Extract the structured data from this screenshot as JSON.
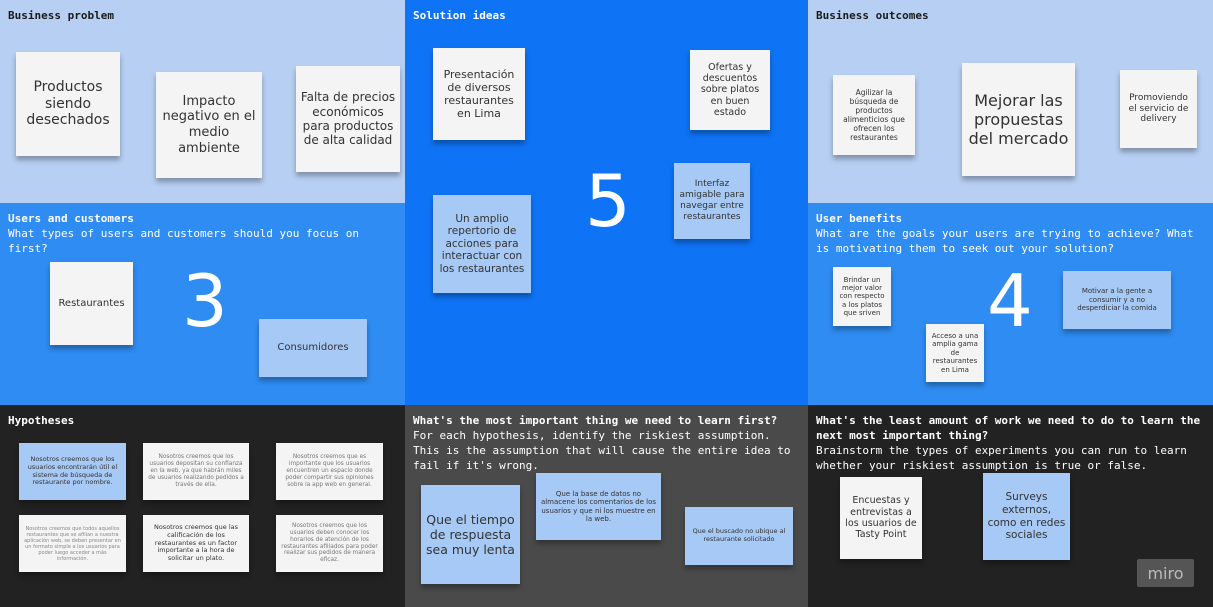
{
  "sections": {
    "business_problem": {
      "title": "Business problem",
      "notes": [
        "Productos siendo desechados",
        "Impacto negativo en el medio ambiente",
        "Falta de precios económicos para productos de alta calidad"
      ]
    },
    "solution_ideas": {
      "title": "Solution ideas",
      "number": "5",
      "notes": [
        "Presentación de diversos restaurantes en Lima",
        "Ofertas y descuentos sobre platos en buen estado",
        "Un amplio repertorio de acciones para interactuar con los restaurantes",
        "Interfaz amigable para navegar entre restaurantes"
      ]
    },
    "business_outcomes": {
      "title": "Business outcomes",
      "notes": [
        "Agilizar la búsqueda de productos alimenticios que ofrecen los restaurantes",
        "Mejorar las propuestas del mercado",
        "Promoviendo el servicio de delivery"
      ]
    },
    "users": {
      "title": "Users and customers",
      "subtitle": "What types of users and customers should you focus on first?",
      "number": "3",
      "notes": [
        "Restaurantes",
        "Consumidores"
      ]
    },
    "user_benefits": {
      "title": "User benefits",
      "subtitle": "What are the goals your users are trying to achieve? What is motivating them to seek out your solution?",
      "number": "4",
      "notes": [
        "Brindar un mejor valor con respecto a los platos que sriven",
        "Motivar a la gente a consumir y a no desperdiciar la comida",
        "Acceso a una amplia gama de restaurantes en Lima"
      ]
    },
    "hypotheses": {
      "title": "Hypotheses",
      "notes": [
        "Nosotros creemos que los usuarios encontrarán útil el sistema de búsqueda de restaurante por nombre.",
        "Nosotros creemos que los usuarios depositan su confianza en la web, ya que habrán miles de usuarios realizando pedidos a través de ella.",
        "Nosotros creemos que es importante que los usuarios encuentren un espacio donde poder compartir sus opiniones sobre la app web en general.",
        "Nosotros creemos que todos aquellos restaurantes que se afilian a nuestra aplicación web, se deben presentar en un formato simple a los usuarios para poder luego acceder a más información.",
        "Nosotros creemos que las calificación de los restaurantes es un factor importante a la hora de solicitar un plato.",
        "Nosotros creemos que los usuarios deben conocer los horarios de atención de los restaurantes afiliados para poder realizar sus pedidos de manera eficaz."
      ]
    },
    "learn_first": {
      "title": "What's the most important thing we need to learn first?",
      "subtitle": "For each hypothesis, identify the riskiest assumption. This is the assumption that will cause the entire idea to fail if it's wrong.",
      "notes": [
        "Que el tiempo de respuesta sea muy lenta",
        "Que la base de datos no almacene los comentarios de los usuarios y que ni los muestre en la web.",
        "Que el buscado no ubique al restaurante solicitado"
      ]
    },
    "least_work": {
      "title": "What's the least amount of work we need to do to learn the next most important thing?",
      "subtitle": "Brainstorm the types of experiments you can run to learn whether your riskiest assumption is true or false.",
      "notes": [
        "Encuestas y entrevistas a los usuarios de Tasty Point",
        "Surveys externos, como en redes sociales"
      ]
    }
  },
  "logo": "miro",
  "colors": {
    "light_blue": "#b7cff2",
    "mid_blue": "#2f8cf2",
    "bright_blue": "#0f73f5",
    "dark": "#222222",
    "gray": "#4a4a4a",
    "note_blue": "#a7c9f5",
    "note_white": "#f4f4f4"
  }
}
